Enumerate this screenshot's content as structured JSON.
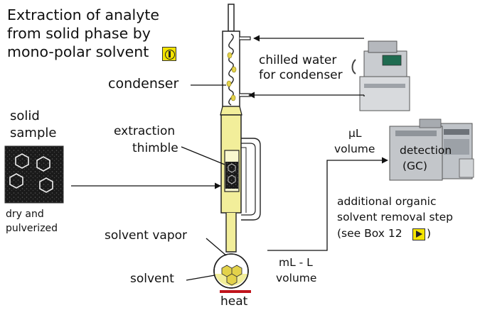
{
  "title": {
    "line1": "Extraction of analyte",
    "line2": "from solid phase by",
    "line3": "mono-polar solvent"
  },
  "labels": {
    "condenser": "condenser",
    "chilled_water_line1": "chilled water",
    "chilled_water_line2": "for condenser",
    "solid_sample_line1": "solid",
    "solid_sample_line2": "sample",
    "extraction_thimble_line1": "extraction",
    "extraction_thimble_line2": "thimble",
    "dry_pulverized_line1": "dry and",
    "dry_pulverized_line2": "pulverized",
    "solvent_vapor": "solvent vapor",
    "solvent": "solvent",
    "heat": "heat",
    "ml_l_line1": "mL - L",
    "ml_l_line2": "volume",
    "ul_line1": "μL",
    "ul_line2": "volume",
    "detection_line1": "detection",
    "detection_line2": "(GC)",
    "removal_line1": "additional organic",
    "removal_line2": "solvent removal step",
    "removal_line3": "(see Box 12",
    "removal_line3_end": ")"
  },
  "icons": {
    "info": "info-icon",
    "next": "play-arrow-icon"
  },
  "colors": {
    "glass_fill": "#f2ee9a",
    "solvent_yellow": "#e3d24a",
    "heat_bar": "#c0141c",
    "button_yellow": "#f4e400"
  }
}
